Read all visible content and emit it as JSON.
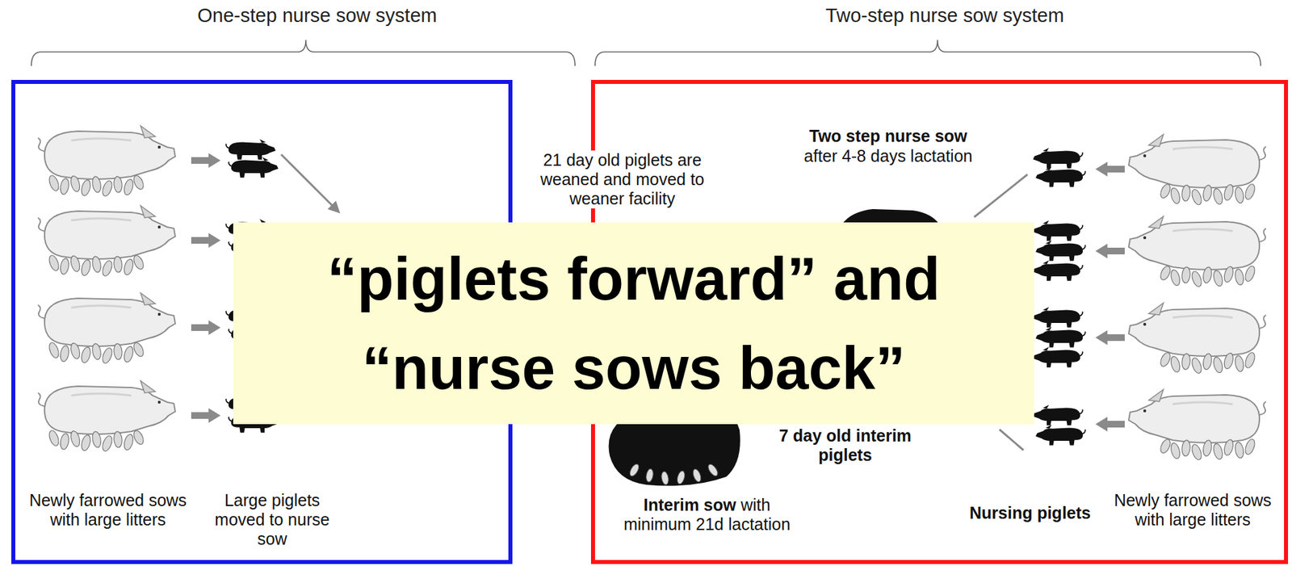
{
  "diagram": {
    "nodes": [
      {
        "text": [
          "One-step nurse sow system"
        ]
      },
      {
        "text": [
          "Two-step nurse sow system"
        ]
      },
      {
        "text": [
          "“piglets forward” and “nurse sows back”"
        ]
      }
    ],
    "labels": [
      "Newly farrowed sows with large litters",
      "Large piglets moved to nurse sow",
      "21 day old piglets are weaned and moved to weaner facility",
      "Two step nurse sow",
      "after 4-8 days lactation",
      "7 day old interim piglets",
      "Interim sow",
      "with minimum 21d lactation",
      "Nursing piglets",
      "Newly farrowed sows with large litters"
    ]
  }
}
